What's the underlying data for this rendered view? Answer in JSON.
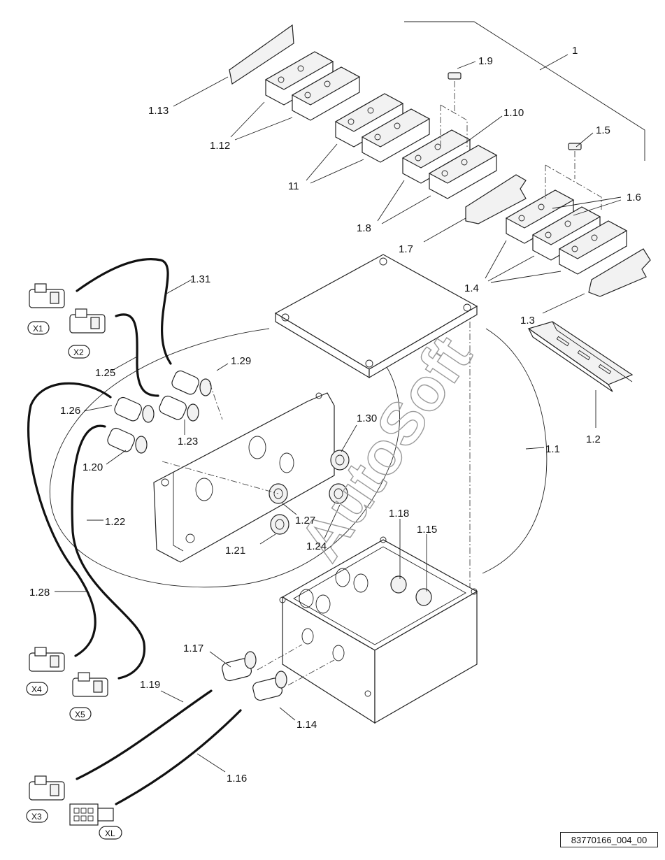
{
  "labels": {
    "p1": "1",
    "p1_1": "1.1",
    "p1_2": "1.2",
    "p1_3": "1.3",
    "p1_4": "1.4",
    "p1_5": "1.5",
    "p1_6": "1.6",
    "p1_7": "1.7",
    "p1_8": "1.8",
    "p1_9": "1.9",
    "p1_10": "1.10",
    "p11": "11",
    "p1_12": "1.12",
    "p1_13": "1.13",
    "p1_14": "1.14",
    "p1_15": "1.15",
    "p1_16": "1.16",
    "p1_17": "1.17",
    "p1_18": "1.18",
    "p1_19": "1.19",
    "p1_20": "1.20",
    "p1_21": "1.21",
    "p1_22": "1.22",
    "p1_23": "1.23",
    "p1_24": "1.24",
    "p1_25": "1.25",
    "p1_26": "1.26",
    "p1_27": "1.27",
    "p1_28": "1.28",
    "p1_29": "1.29",
    "p1_30": "1.30",
    "p1_31": "1.31"
  },
  "connectors": {
    "x1": "X1",
    "x2": "X2",
    "x3": "X3",
    "x4": "X4",
    "x5": "X5",
    "xl": "XL"
  },
  "watermark": "AutoSoft",
  "reference": "83770166_004_00"
}
